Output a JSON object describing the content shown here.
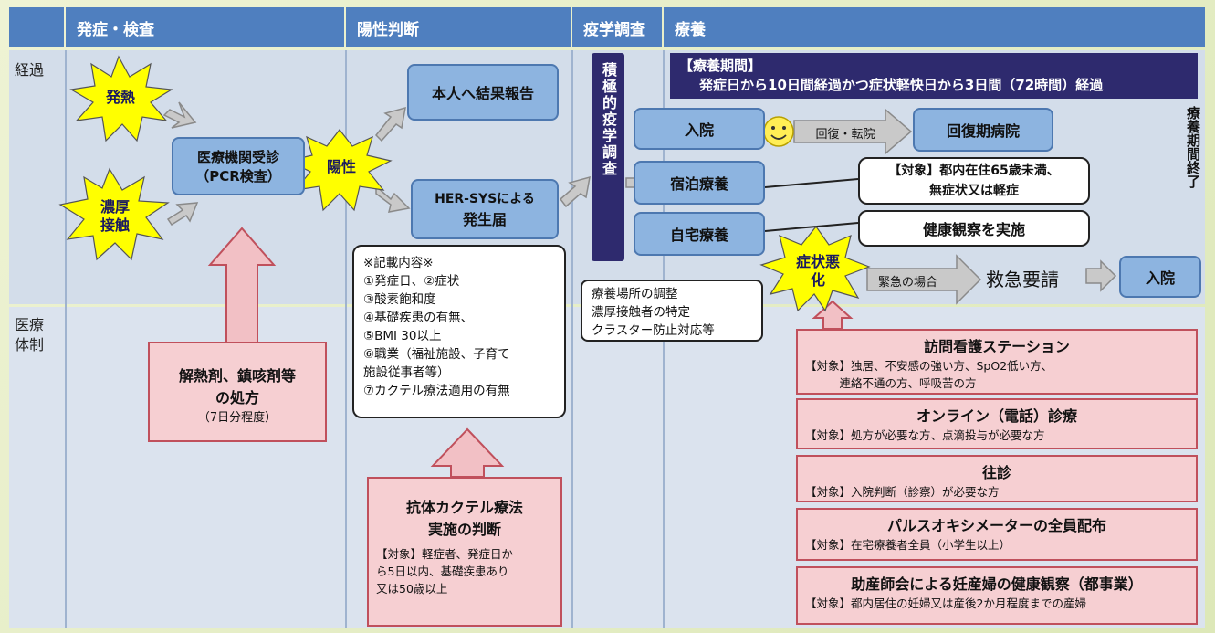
{
  "columns": {
    "onset": "発症・検査",
    "positive": "陽性判断",
    "epidemiology": "疫学調査",
    "care": "療養"
  },
  "rows": {
    "course": "経過",
    "medical": "医療体制"
  },
  "stars": {
    "fever": "発熱",
    "contact": "濃厚接触",
    "positive": "陽性",
    "worsening": "症状悪化"
  },
  "flow": {
    "clinic_line1": "医療機関受診",
    "clinic_line2": "（PCR検査）",
    "self_report": "本人へ結果報告",
    "hersys_line1": "HER-SYSによる",
    "hersys_line2": "発生届",
    "epi_vertical": "積極的疫学調査",
    "epi_callout": [
      "療養場所の調整",
      "濃厚接触者の特定",
      "クラスター防止対応等"
    ],
    "record_title": "※記載内容※",
    "record_items": [
      "①発症日、②症状",
      "③酸素飽和度",
      "④基礎疾患の有無、",
      "⑤BMI 30以上",
      "⑥職業（福祉施設、子育て",
      "施設従事者等）",
      "⑦カクテル療法適用の有無"
    ]
  },
  "care": {
    "period_title": "【療養期間】",
    "period_text": "発症日から10日間経過かつ症状軽快日から3日間（72時間）経過",
    "hospital": "入院",
    "recovery_label": "回復・転院",
    "recovery_hospital": "回復期病院",
    "hotel": "宿泊療養",
    "hotel_note_line1": "【対象】都内在住65歳未満、",
    "hotel_note_line2": "無症状又は軽症",
    "home": "自宅療養",
    "home_note": "健康観察を実施",
    "emergency_label": "緊急の場合",
    "ambulance": "救急要請",
    "hospital2": "入院",
    "period_end": "療養期間終了"
  },
  "medical": {
    "antipyretic_title_line1": "解熱剤、鎮咳剤等",
    "antipyretic_title_line2": "の処方",
    "antipyretic_sub": "（7日分程度）",
    "antibody_title_line1": "抗体カクテル療法",
    "antibody_title_line2": "実施の判断",
    "antibody_text": [
      "【対象】軽症者、発症日か",
      "ら5日以内、基礎疾患あり",
      "又は50歳以上"
    ],
    "services": [
      {
        "title": "訪問看護ステーション",
        "text": [
          "【対象】独居、不安感の強い方、SpO2低い方、",
          "　　　連絡不通の方、呼吸苦の方"
        ]
      },
      {
        "title": "オンライン（電話）診療",
        "text": [
          "【対象】処方が必要な方、点滴投与が必要な方"
        ]
      },
      {
        "title": "往診",
        "text": [
          "【対象】入院判断（診察）が必要な方"
        ]
      },
      {
        "title": "パルスオキシメーターの全員配布",
        "text": [
          "【対象】在宅療養者全員（小学生以上）"
        ]
      },
      {
        "title": "助産師会による妊産婦の健康観察（都事業）",
        "text": [
          "【対象】都内居住の妊婦又は産後2か月程度までの産婦"
        ]
      }
    ]
  },
  "colors": {
    "header": "#4f7fbf",
    "blue_box": "#8db4e0",
    "pink_box": "#f6cfd2",
    "star": "#ffff00",
    "period_banner": "#2e2a6e"
  }
}
